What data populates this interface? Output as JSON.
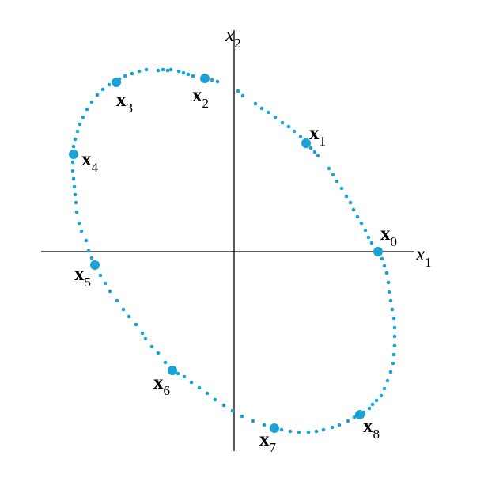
{
  "colors": {
    "trajectory": "#1aa2d8",
    "axes": "#000000",
    "text": "#000000"
  },
  "axes": {
    "horizontal": {
      "name": "x",
      "sub": "1"
    },
    "vertical": {
      "name": "x",
      "sub": "2"
    }
  },
  "points": [
    {
      "name": "x",
      "sub": "0"
    },
    {
      "name": "x",
      "sub": "1"
    },
    {
      "name": "x",
      "sub": "2"
    },
    {
      "name": "x",
      "sub": "3"
    },
    {
      "name": "x",
      "sub": "4"
    },
    {
      "name": "x",
      "sub": "5"
    },
    {
      "name": "x",
      "sub": "6"
    },
    {
      "name": "x",
      "sub": "7"
    },
    {
      "name": "x",
      "sub": "8"
    }
  ]
}
